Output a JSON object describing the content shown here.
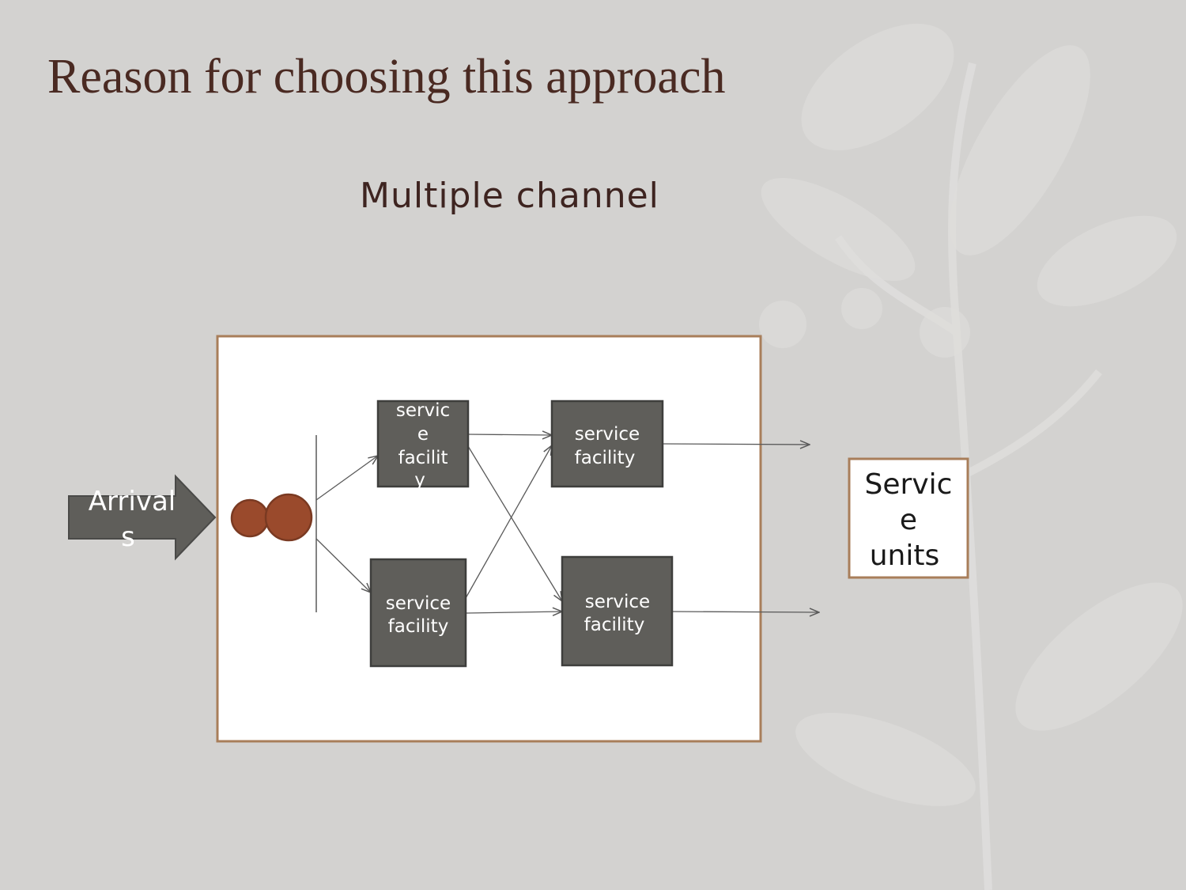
{
  "slide": {
    "title": "Reason for choosing this approach",
    "subtitle": "Multiple channel"
  },
  "diagram": {
    "arrivals": {
      "lines": [
        "Arrival",
        "s"
      ]
    },
    "facilities": {
      "top_left": [
        "servic",
        "e",
        "facilit",
        "y"
      ],
      "top_right": [
        "service",
        "facility"
      ],
      "bottom_left": [
        "service",
        "facility"
      ],
      "bottom_right": [
        "service",
        "facility"
      ]
    },
    "service_units": {
      "lines": [
        "Servic",
        "e",
        "units"
      ]
    }
  },
  "colors": {
    "title": "#4a2a22",
    "frame_border": "#a87e5a",
    "facility_fill": "#5f5e5a",
    "customer_fill": "#9a4a2c",
    "arrow_fill": "#5f5e5a"
  }
}
